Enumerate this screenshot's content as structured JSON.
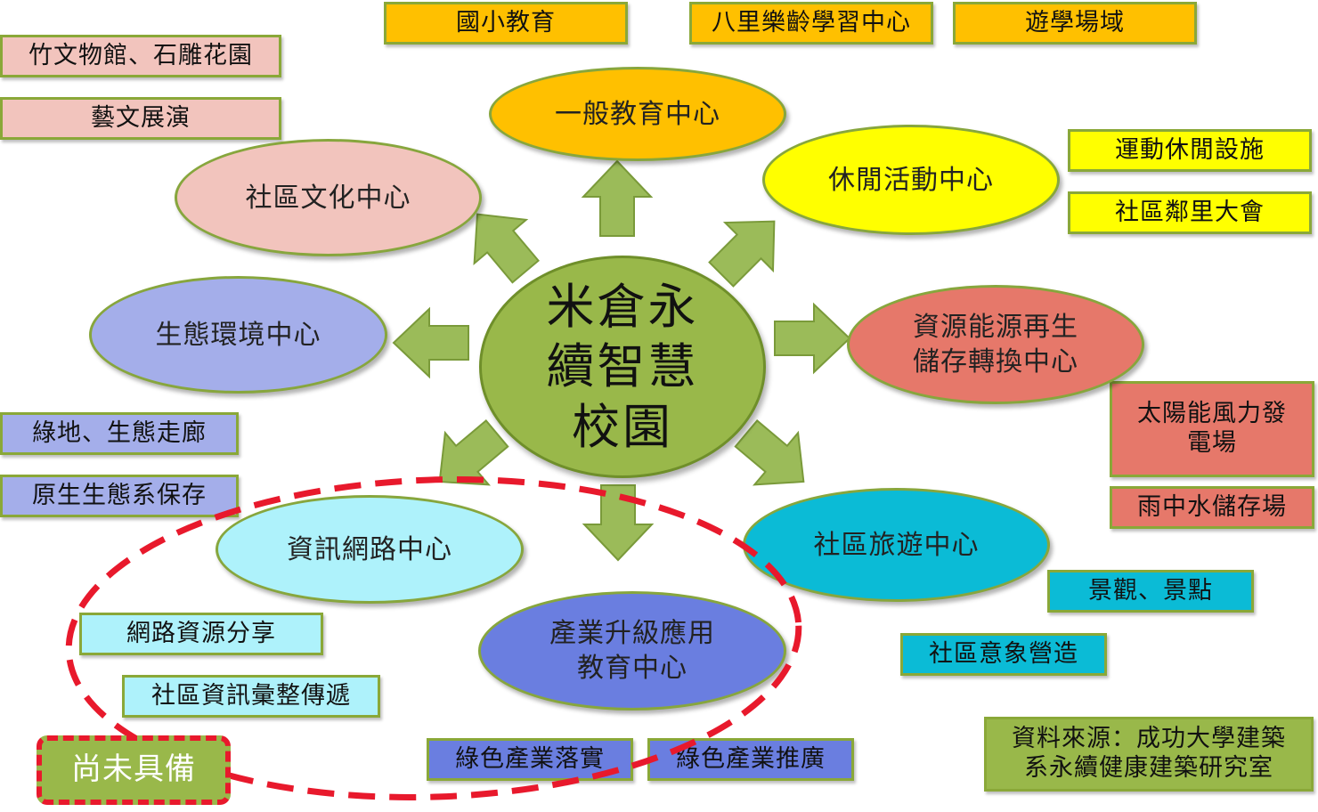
{
  "center": {
    "label": "米倉永\n續智慧\n校園"
  },
  "nodes": {
    "general_education": "一般教育中心",
    "leisure": "休閒活動中心",
    "community_culture": "社區文化中心",
    "ecology": "生態環境中心",
    "energy": "資源能源再生\n儲存轉換中心",
    "tourism": "社區旅遊中心",
    "info_network": "資訊網路中心",
    "industry": "產業升級應用\n教育中心"
  },
  "tags": {
    "elementary": "國小教育",
    "bali_learning": "八里樂齡學習中心",
    "study_field": "遊學場域",
    "bamboo_museum": "竹文物館、石雕花園",
    "arts": "藝文展演",
    "sports": "運動休閒設施",
    "neighborhood": "社區鄰里大會",
    "green_corridor": "綠地、生態走廊",
    "native_ecology": "原生生態系保存",
    "solar_wind": "太陽能風力發\n電場",
    "rainwater": "雨中水儲存場",
    "scenery": "景觀、景點",
    "community_image": "社區意象營造",
    "network_sharing": "網路資源分享",
    "community_info": "社區資訊彙整傳遞",
    "green_implement": "綠色產業落實",
    "green_promote": "綠色產業推廣"
  },
  "not_ready": "尚未具備",
  "source": "資料來源：成功大學建築\n系永續健康建築研究室",
  "colors": {
    "arrow": "#9bbb59",
    "arrow_border": "#7a9a3a",
    "dashed": "#e8192c",
    "center": "#99b84a",
    "general_education": "#ffc000",
    "leisure": "#ffff00",
    "community_culture": "#f2c4bd",
    "ecology": "#a4aeea",
    "energy": "#e6786a",
    "tourism": "#0bbbd6",
    "info_network": "#aef2fb",
    "industry": "#6a7ee0"
  }
}
